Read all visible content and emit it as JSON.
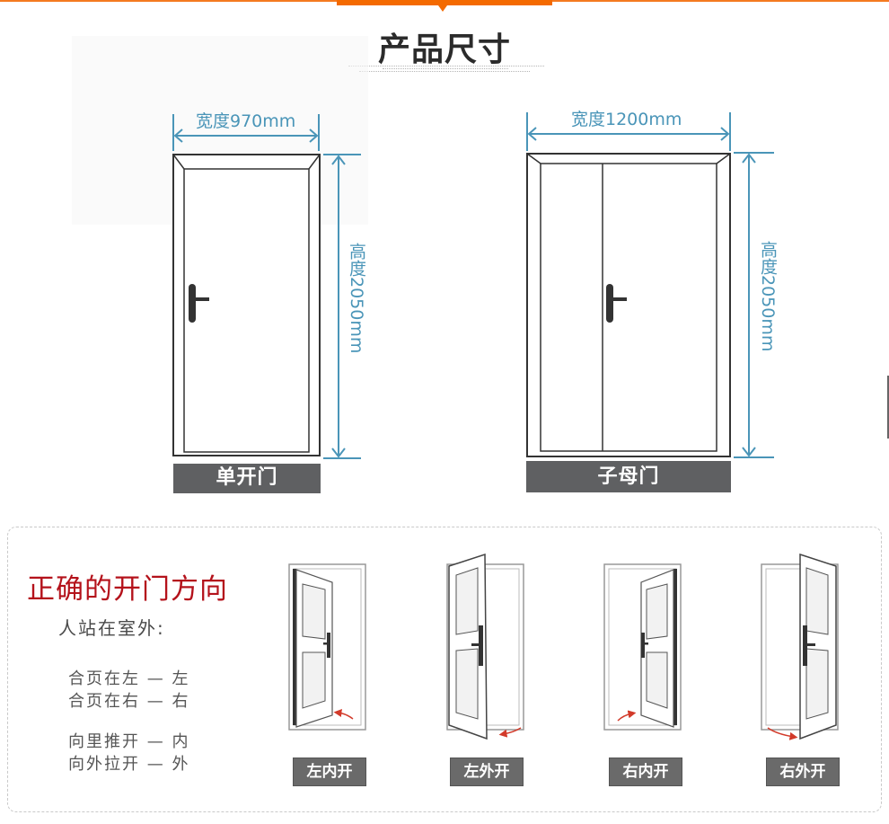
{
  "header": {
    "title": "产品尺寸",
    "accent_color": "#f46a00"
  },
  "doors": [
    {
      "name": "单开门",
      "width_label": "宽度970mm",
      "height_label": "高度2050mm",
      "leaves": 1
    },
    {
      "name": "子母门",
      "width_label": "宽度1200mm",
      "height_label": "高度2050mm",
      "leaves": 2
    }
  ],
  "dimension_color": "#4a95b8",
  "directions": {
    "title": "正确的开门方向",
    "title_color": "#b4121b",
    "subtitle": "人站在室外:",
    "rules": [
      "合页在左 — 左",
      "合页在右 — 右",
      "向里推开 — 内",
      "向外拉开 — 外"
    ],
    "items": [
      {
        "label": "左内开",
        "hinge": "left",
        "swing": "in"
      },
      {
        "label": "左外开",
        "hinge": "left",
        "swing": "out"
      },
      {
        "label": "右内开",
        "hinge": "right",
        "swing": "in"
      },
      {
        "label": "右外开",
        "hinge": "right",
        "swing": "out"
      }
    ]
  }
}
